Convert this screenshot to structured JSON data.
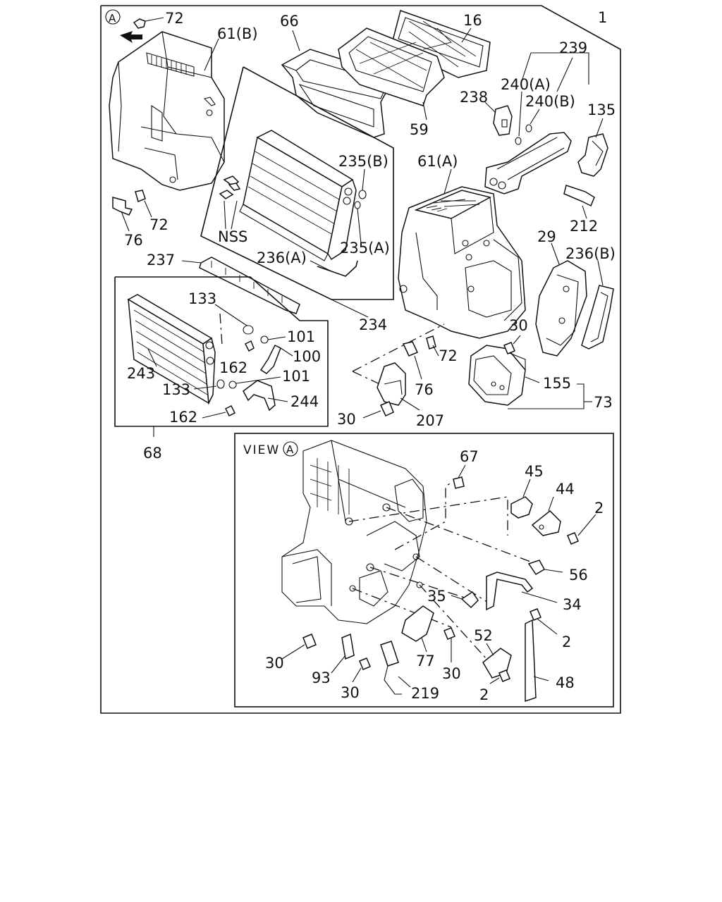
{
  "diagram": {
    "view_marker": "A",
    "view_title": "VIEW",
    "labels": [
      {
        "id": "lbl-72-top",
        "text": "72"
      },
      {
        "id": "lbl-61b",
        "text": "61(B)"
      },
      {
        "id": "lbl-66",
        "text": "66"
      },
      {
        "id": "lbl-16",
        "text": "16"
      },
      {
        "id": "lbl-1",
        "text": "1"
      },
      {
        "id": "lbl-239",
        "text": "239"
      },
      {
        "id": "lbl-240a",
        "text": "240(A)"
      },
      {
        "id": "lbl-238",
        "text": "238"
      },
      {
        "id": "lbl-240b",
        "text": "240(B)"
      },
      {
        "id": "lbl-135",
        "text": "135"
      },
      {
        "id": "lbl-59",
        "text": "59"
      },
      {
        "id": "lbl-235b",
        "text": "235(B)"
      },
      {
        "id": "lbl-61a",
        "text": "61(A)"
      },
      {
        "id": "lbl-72-left",
        "text": "72"
      },
      {
        "id": "lbl-76-left",
        "text": "76"
      },
      {
        "id": "lbl-nss",
        "text": "NSS"
      },
      {
        "id": "lbl-235a",
        "text": "235(A)"
      },
      {
        "id": "lbl-236a",
        "text": "236(A)"
      },
      {
        "id": "lbl-237",
        "text": "237"
      },
      {
        "id": "lbl-212",
        "text": "212"
      },
      {
        "id": "lbl-29",
        "text": "29"
      },
      {
        "id": "lbl-236b",
        "text": "236(B)"
      },
      {
        "id": "lbl-133-top",
        "text": "133"
      },
      {
        "id": "lbl-101-top",
        "text": "101"
      },
      {
        "id": "lbl-100",
        "text": "100"
      },
      {
        "id": "lbl-243",
        "text": "243"
      },
      {
        "id": "lbl-162-top",
        "text": "162"
      },
      {
        "id": "lbl-101-bot",
        "text": "101"
      },
      {
        "id": "lbl-133-bot",
        "text": "133"
      },
      {
        "id": "lbl-244",
        "text": "244"
      },
      {
        "id": "lbl-162-bot",
        "text": "162"
      },
      {
        "id": "lbl-234",
        "text": "234"
      },
      {
        "id": "lbl-30-mid",
        "text": "30"
      },
      {
        "id": "lbl-72-mid",
        "text": "72"
      },
      {
        "id": "lbl-76-mid",
        "text": "76"
      },
      {
        "id": "lbl-155",
        "text": "155"
      },
      {
        "id": "lbl-73",
        "text": "73"
      },
      {
        "id": "lbl-30-low",
        "text": "30"
      },
      {
        "id": "lbl-207",
        "text": "207"
      },
      {
        "id": "lbl-68",
        "text": "68"
      },
      {
        "id": "lbl-67",
        "text": "67"
      },
      {
        "id": "lbl-45",
        "text": "45"
      },
      {
        "id": "lbl-44",
        "text": "44"
      },
      {
        "id": "lbl-2-a",
        "text": "2"
      },
      {
        "id": "lbl-56",
        "text": "56"
      },
      {
        "id": "lbl-35",
        "text": "35"
      },
      {
        "id": "lbl-34",
        "text": "34"
      },
      {
        "id": "lbl-2-b",
        "text": "2"
      },
      {
        "id": "lbl-52",
        "text": "52"
      },
      {
        "id": "lbl-30-v1",
        "text": "30"
      },
      {
        "id": "lbl-77",
        "text": "77"
      },
      {
        "id": "lbl-30-v2",
        "text": "30"
      },
      {
        "id": "lbl-48",
        "text": "48"
      },
      {
        "id": "lbl-2-c",
        "text": "2"
      },
      {
        "id": "lbl-93",
        "text": "93"
      },
      {
        "id": "lbl-30-v3",
        "text": "30"
      },
      {
        "id": "lbl-219",
        "text": "219"
      }
    ]
  }
}
